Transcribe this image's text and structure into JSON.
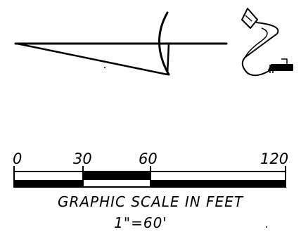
{
  "colors": {
    "ink": "#000000",
    "paper": "#ffffff"
  },
  "graphic_scale": {
    "ticks": [
      {
        "value": 0,
        "label": "0"
      },
      {
        "value": 30,
        "label": "30"
      },
      {
        "value": 60,
        "label": "60"
      },
      {
        "value": 120,
        "label": "120"
      }
    ],
    "units": "FEET",
    "caption": "GRAPHIC SCALE IN FEET",
    "ratio": "1\"=60'"
  },
  "north_arrow": {
    "icon": "north-arrow-icon"
  }
}
